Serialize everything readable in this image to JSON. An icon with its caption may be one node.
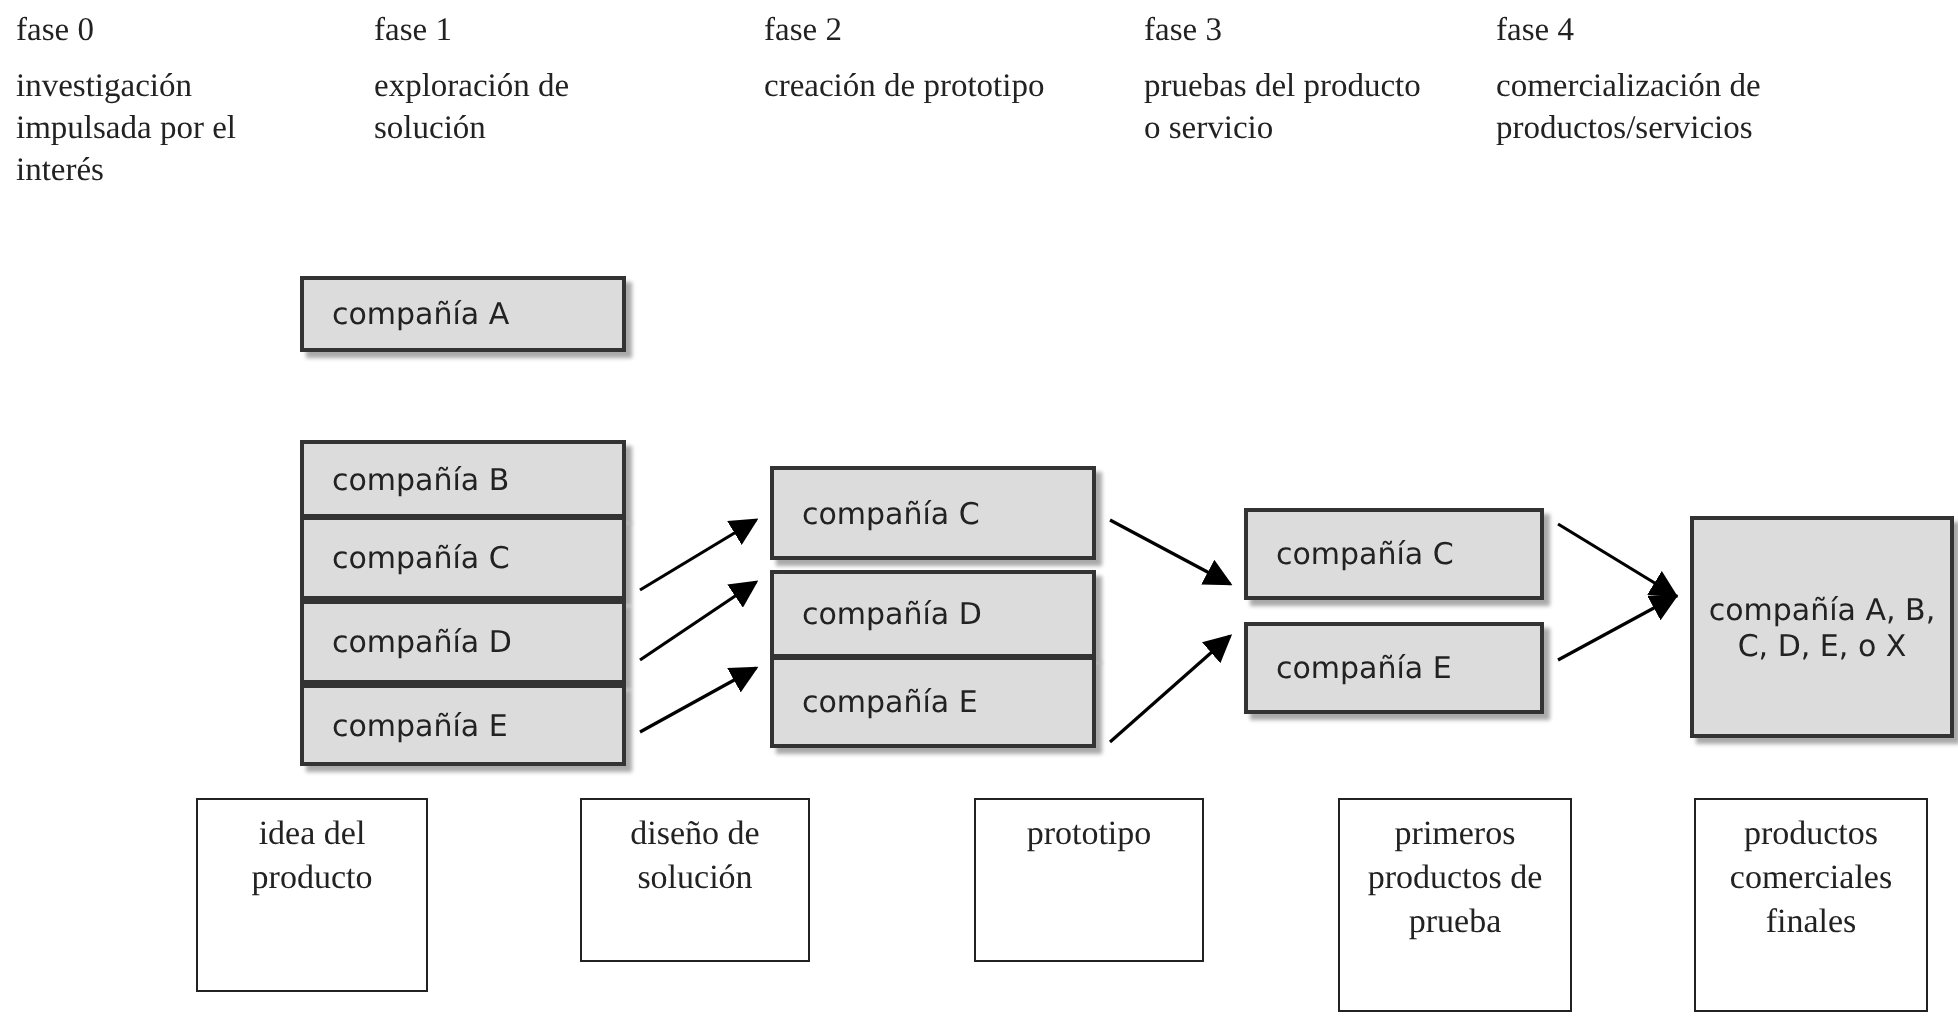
{
  "diagram": {
    "nodes": [
      {
        "text": [
          "compañía A"
        ]
      },
      {
        "text": [
          "compañía B"
        ]
      },
      {
        "text": [
          "compañía C"
        ]
      },
      {
        "text": [
          "compañía D"
        ]
      },
      {
        "text": [
          "compañía E"
        ]
      },
      {
        "text": [
          "compañía C"
        ]
      },
      {
        "text": [
          "compañía D"
        ]
      },
      {
        "text": [
          "compañía E"
        ]
      },
      {
        "text": [
          "compañía C"
        ]
      },
      {
        "text": [
          "compañía E"
        ]
      },
      {
        "text": [
          "compañía A, B, C, D, E, o X"
        ]
      },
      {
        "text": [
          "idea del producto"
        ]
      },
      {
        "text": [
          "diseño de solución"
        ]
      },
      {
        "text": [
          "prototipo"
        ]
      },
      {
        "text": [
          "primeros productos de prueba"
        ]
      },
      {
        "text": [
          "productos comerciales finales"
        ]
      }
    ],
    "edges": [
      {
        "from": 2,
        "to": 5,
        "arrow": "to"
      },
      {
        "from": 3,
        "to": 6,
        "arrow": "to"
      },
      {
        "from": 4,
        "to": 7,
        "arrow": "to"
      },
      {
        "from": 5,
        "to": 8,
        "arrow": "to"
      },
      {
        "from": 7,
        "to": 9,
        "arrow": "to"
      },
      {
        "from": 8,
        "to": 10,
        "arrow": "to"
      },
      {
        "from": 9,
        "to": 10,
        "arrow": "to"
      }
    ],
    "labels": [
      "fase 0",
      "investigación impulsada por el interés",
      "fase 1",
      "exploración de solución",
      "fase 2",
      "creación de prototipo",
      "fase 3",
      "pruebas del producto o servicio",
      "fase 4",
      "comercialización de productos/servicios"
    ]
  }
}
